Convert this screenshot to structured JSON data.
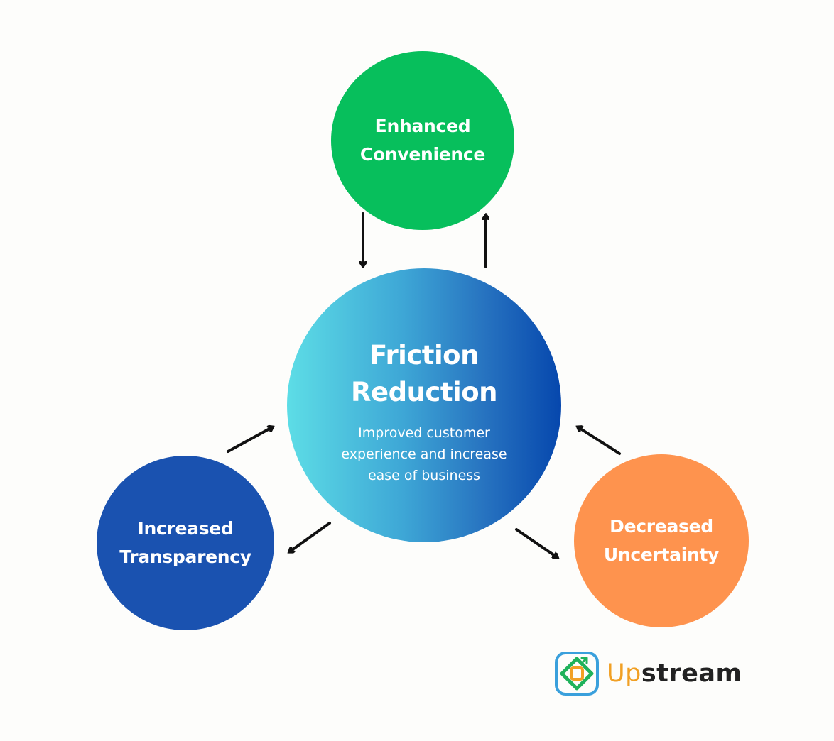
{
  "diagram": {
    "center": {
      "title_line1": "Friction",
      "title_line2": "Reduction",
      "subtitle": "Improved customer experience and increase ease of business",
      "gradient_start": "#5ddde6",
      "gradient_end": "#0647ad"
    },
    "nodes": {
      "top": {
        "line1": "Enhanced",
        "line2": "Convenience",
        "color": "#07bf5c"
      },
      "left": {
        "line1": "Increased",
        "line2": "Transparency",
        "color": "#1a52b0"
      },
      "right": {
        "line1": "Decreased",
        "line2": "Uncertainty",
        "color": "#fe934e"
      }
    },
    "arrow_color": "#111111"
  },
  "logo": {
    "text_highlight": "Up",
    "text_rest": "stream",
    "highlight_color": "#f1a024",
    "icon": "upstream-logo-icon"
  }
}
